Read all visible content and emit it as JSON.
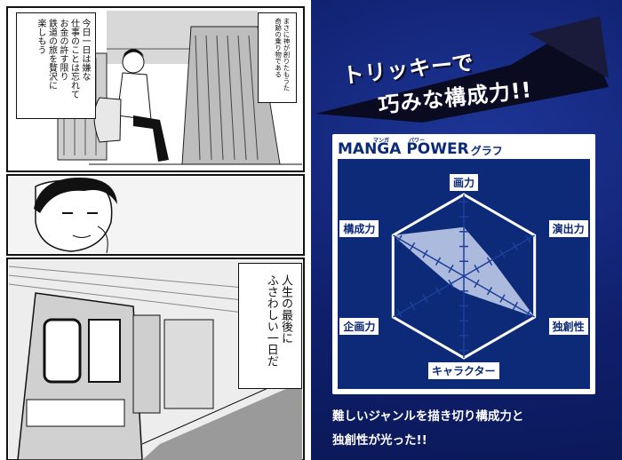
{
  "manga": {
    "bubble_top_left": "今日一日は嫌な\n仕事のことは忘れて\nお金の許す限り\n鉄道の旅を贅沢に\n楽しもう",
    "bubble_top_right": "まさに神が創りたもうた\n奇跡の乗り物である",
    "bubble_bottom": "人生の最後に\nふさわしい一日だ"
  },
  "headline": {
    "line1": "トリッキーで",
    "line2": "巧みな構成力!!"
  },
  "chart": {
    "title_main": "MANGA POWER",
    "title_suffix": "グラフ",
    "title_ruby_1": "マンガ",
    "title_ruby_2": "パワー",
    "axes": [
      "画力",
      "演出力",
      "独創性",
      "キャラクター",
      "企画力",
      "構成力"
    ],
    "card_bg": "#ffffff",
    "panel_bg": "#0d2a78",
    "fill_color": "#c8d4ee",
    "line_color": "#ffffff"
  },
  "chart_data": {
    "type": "radar",
    "categories": [
      "画力",
      "演出力",
      "独創性",
      "キャラクター",
      "企画力",
      "構成力"
    ],
    "values": [
      3,
      2,
      5,
      1,
      1,
      5
    ],
    "rmax": 5
  },
  "caption": {
    "line1": "難しいジャンルを描き切り構成力と",
    "line2": "独創性が光った!!"
  }
}
